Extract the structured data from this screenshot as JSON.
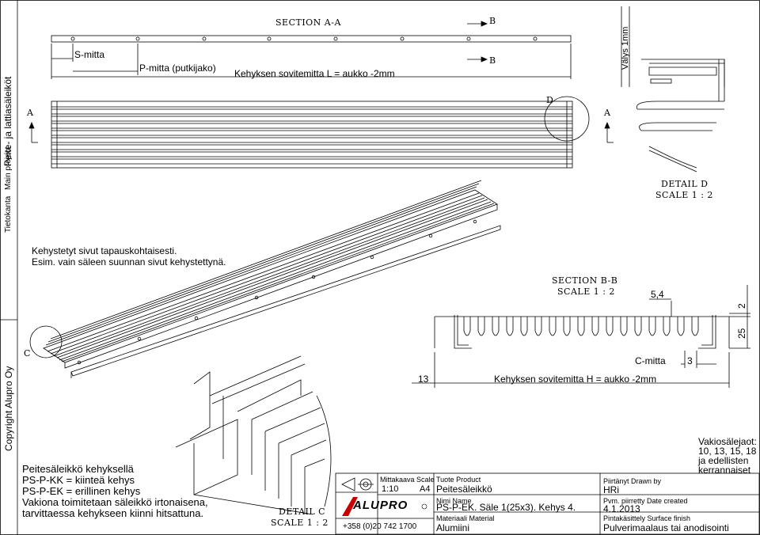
{
  "side_strip": {
    "title": "Peite- ja lattiasäleiköt",
    "main_project_label": "Main project",
    "tietokanta_label": "Tietokanta",
    "copyright": "Copyright Alupro Oy"
  },
  "top_view": {
    "section_label": "SECTION A-A",
    "s_mitta": "S-mitta",
    "p_mitta": "P-mitta (putkijako)",
    "kehyksen_L": "Kehyksen sovitemitta L = aukko -2mm",
    "b_top": "B",
    "b_mid": "B",
    "a_left": "A",
    "a_right": "A",
    "d_label": "D",
    "valys": "Välys 1mm"
  },
  "detail_d": {
    "title": "DETAIL D",
    "scale": "SCALE 1 : 2"
  },
  "notes": {
    "line1": "Kehystetyt sivut tapauskohtaisesti.",
    "line2": "Esim. vain säleen suunnan sivut kehystettynä."
  },
  "iso_view": {
    "c_label": "C"
  },
  "section_bb": {
    "title": "SECTION B-B",
    "scale": "SCALE 1 : 2",
    "dim_54": "5,4",
    "dim_2": "2",
    "dim_25": "25",
    "c_mitta": "C-mitta",
    "dim_3": "3",
    "dim_13": "13",
    "kehyksen_H": "Kehyksen sovitemitta H = aukko -2mm"
  },
  "detail_c": {
    "title": "DETAIL C",
    "scale": "SCALE 1 : 2"
  },
  "description": {
    "line1": "Peitesäleikkö kehyksellä",
    "line2": "PS-P-KK = kiinteä kehys",
    "line3": "PS-P-EK = erillinen kehys",
    "line4": "Vakiona toimitetaan säleikkö irtonaisena,",
    "line5": "tarvittaessa kehykseen kiinni hitsattuna."
  },
  "vakio": {
    "line1": "Vakiosälejaot:",
    "line2": "10, 13, 15, 18",
    "line3": "ja edellisten",
    "line4": "kerrannaiset"
  },
  "title_block": {
    "logo_text": "ALUPRO",
    "phone": "+358 (0)20 742 1700",
    "mittakaava_label": "Mittakaava  Scale",
    "scale_value": "1:10",
    "paper": "A4",
    "tuote_label": "Tuote   Product",
    "tuote_value": "Peitesäleikkö",
    "nimi_label": "Nimi   Name",
    "nimi_value": "PS-P-EK. Säle 1(25x3). Kehys 4.",
    "materiaali_label": "Materiaali   Material",
    "materiaali_value": "Alumiini",
    "piirtanyt_label": "Piirtänyt   Drawn by",
    "piirtanyt_value": "HRi",
    "pvm_label": "Pvm. piirretty   Date created",
    "pvm_value": "4.1.2013",
    "pinta_label": "Pintakäsittely   Surface finish",
    "pinta_value": "Pulverimaalaus tai anodisointi"
  }
}
